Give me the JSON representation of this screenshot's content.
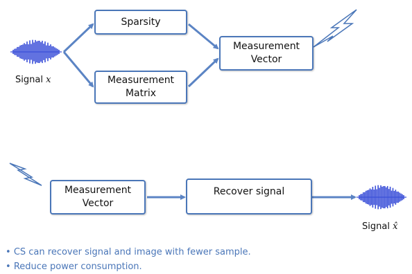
{
  "diagram": {
    "top": {
      "signal_label": "Signal",
      "signal_var": "x",
      "sparsity": "Sparsity",
      "measurement_matrix": "Measurement\nMatrix",
      "measurement_vector": "Measurement\nVector"
    },
    "bottom": {
      "measurement_vector": "Measurement\nVector",
      "recover_signal": "Recover signal",
      "signal_label": "Signal",
      "signal_var": "x̂"
    }
  },
  "bullets": [
    "CS can recover signal and image with fewer sample.",
    "Reduce power consumption."
  ],
  "colors": {
    "box_border": "#4a76b8",
    "arrow": "#5b84c4",
    "waveform": "#3a4fd8",
    "bullet_text": "#4a76b8"
  }
}
